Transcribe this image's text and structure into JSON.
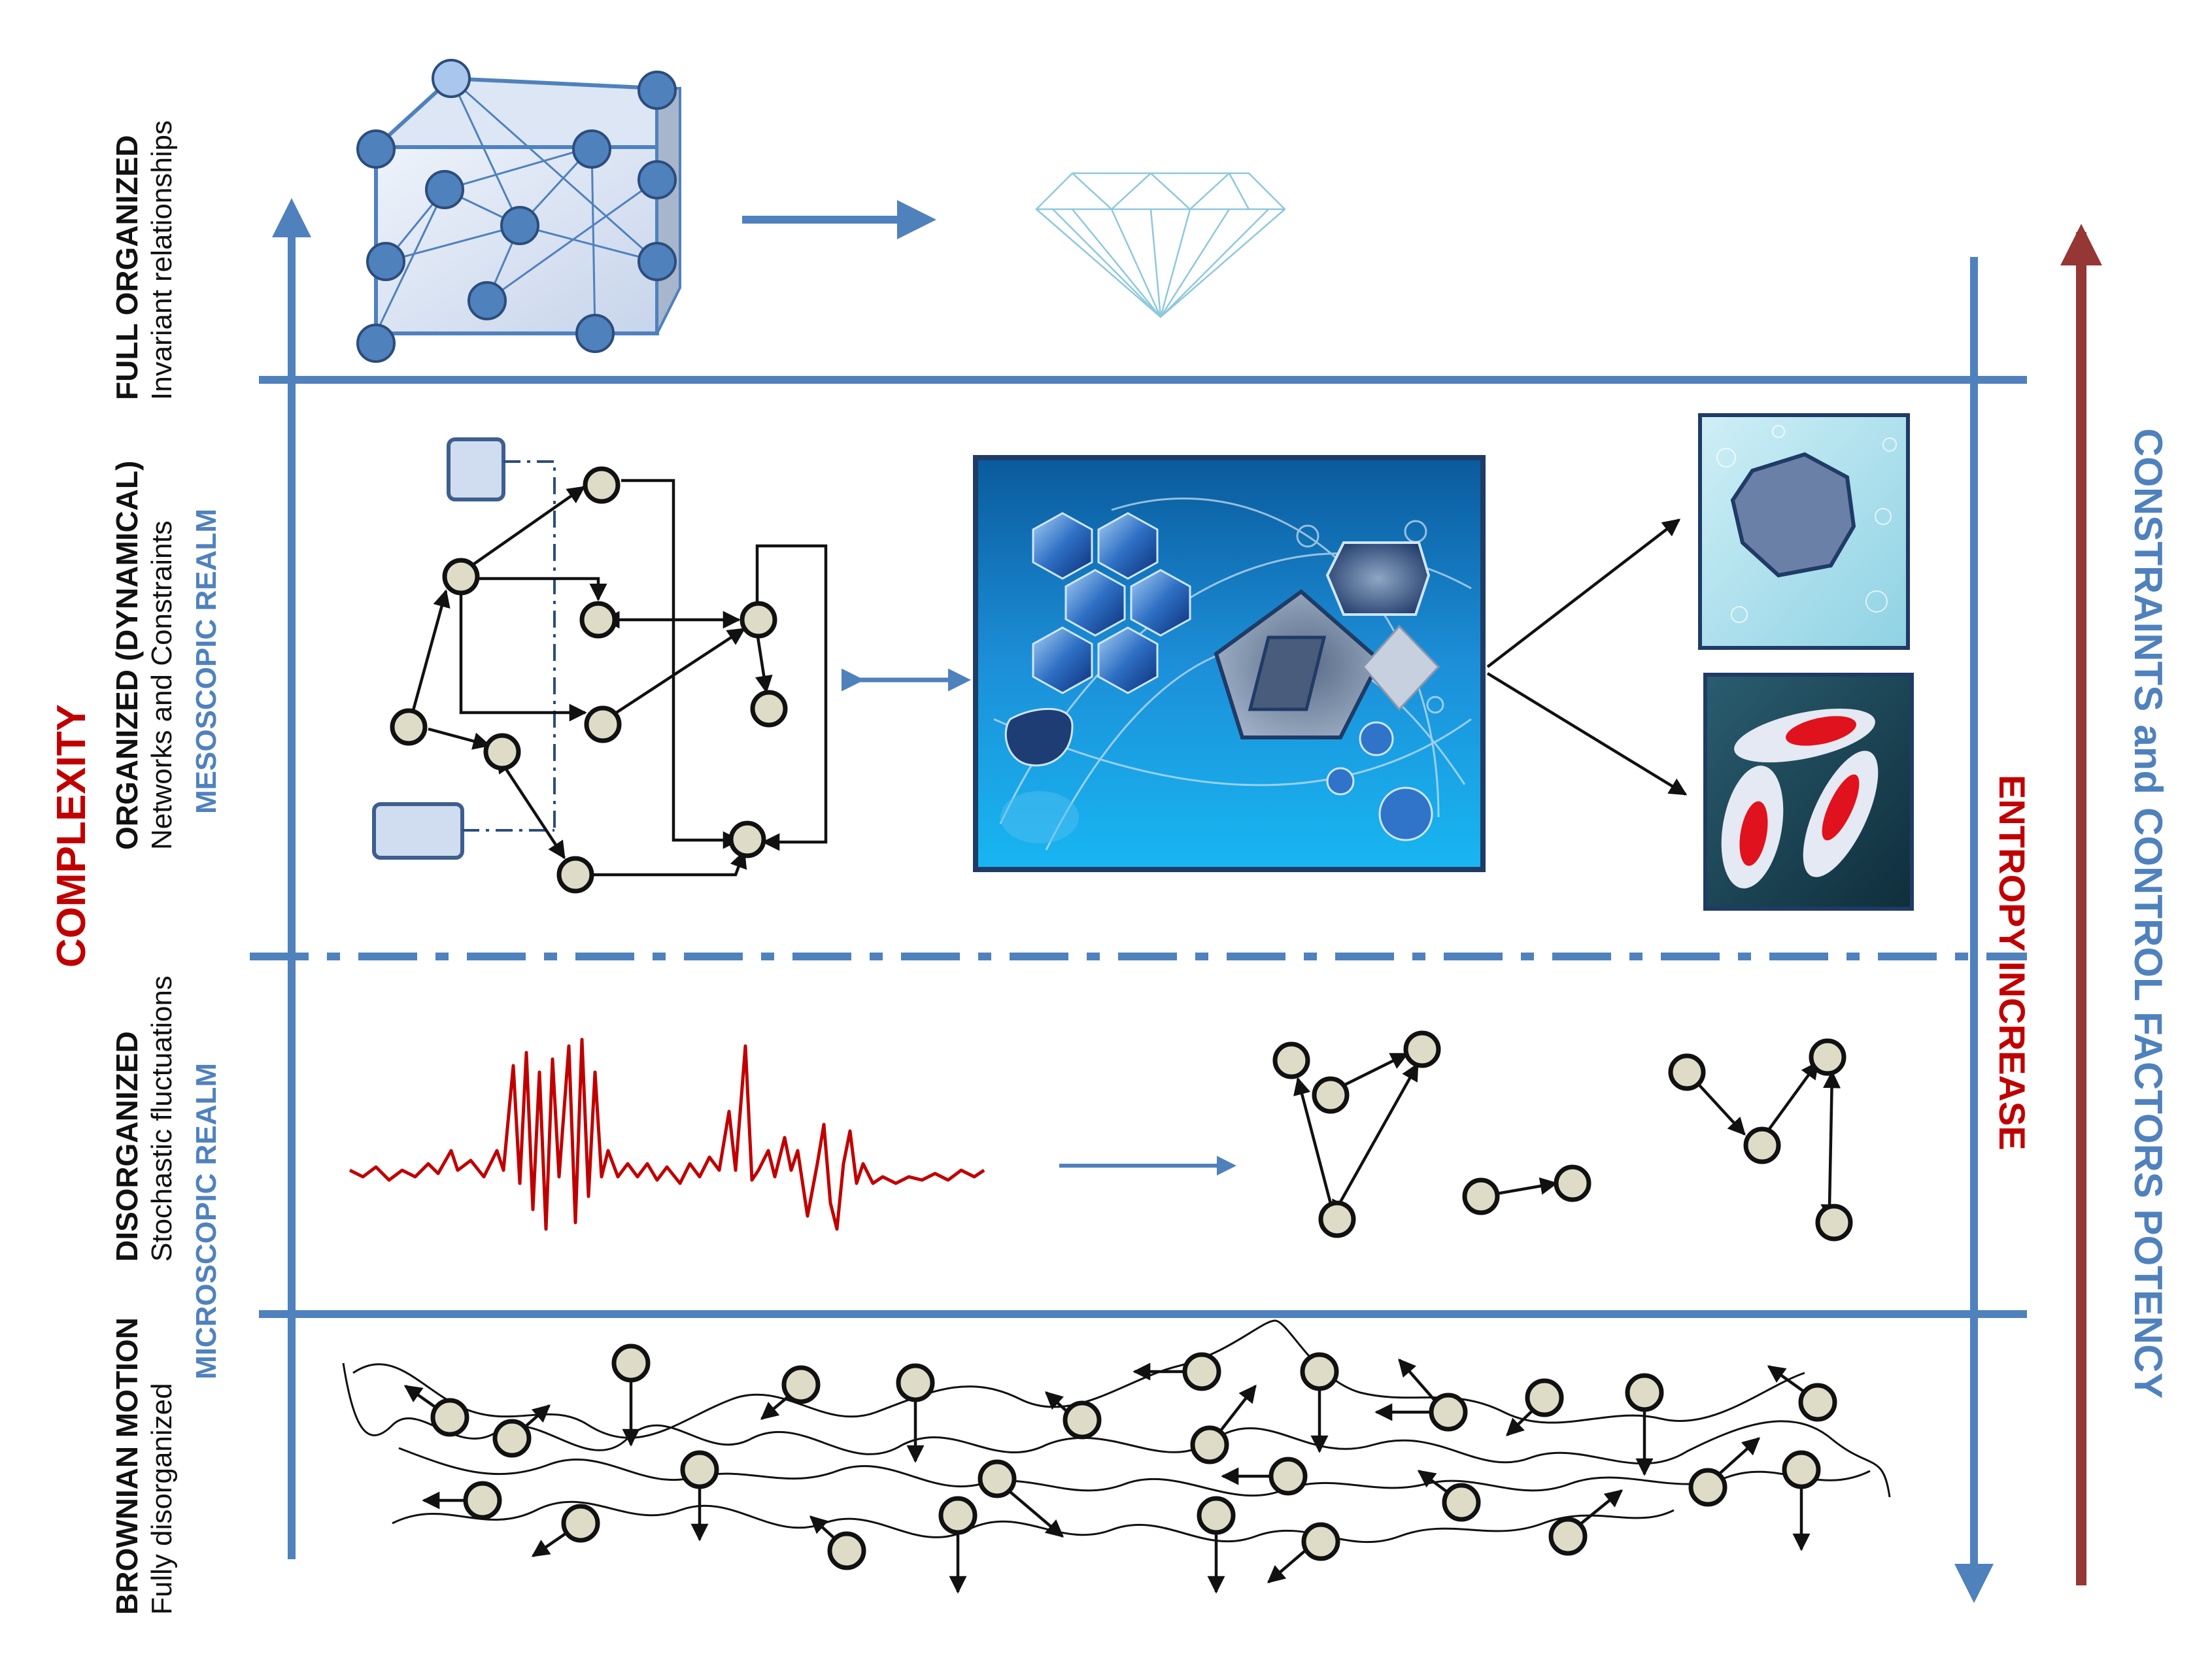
{
  "colors": {
    "axis_blue": "#4f81bd",
    "accent_red": "#c00000",
    "arrow_darkred": "#953735",
    "text_dark": "#111111",
    "node_fill": "#dedbc7"
  },
  "labels": {
    "complexity": "COMPLEXITY",
    "entropy": "ENTROPY INCREASE",
    "constraints_prefix": "CONSTRAINTS",
    "constraints_and": "and",
    "constraints_suffix": "CONTROL  FACTORS  POTENCY"
  },
  "bands": [
    {
      "title": "FULL ORGANIZED",
      "subtitle": "Invariant relationships",
      "realm": ""
    },
    {
      "title": "ORGANIZED (DYNAMICAL)",
      "subtitle": "Networks and Constraints",
      "realm": "MESOSCOPIC  REALM"
    },
    {
      "title": "DISORGANIZED",
      "subtitle": "Stochastic fluctuations",
      "realm": "MICROSCOPIC  REALM"
    },
    {
      "title": "BROWNIAN  MOTION",
      "subtitle": "Fully disorganized",
      "realm": ""
    }
  ],
  "icons": {
    "cube": "crystal-lattice-cube-icon",
    "diamond": "diamond-icon",
    "network": "network-graph-icon",
    "shapes": "molecular-shapes-icon",
    "rock": "rock-tile-icon",
    "cells": "cells-tile-icon",
    "signal": "noise-signal-icon"
  }
}
